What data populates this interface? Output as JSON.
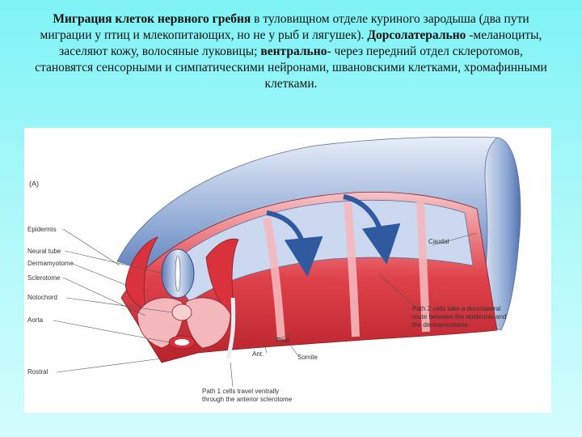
{
  "caption": {
    "part1_bold": "Миграция клеток нервного гребня",
    "part2": " в туловищном отделе куриного зародыша (два пути миграции у птиц и млекопитающих, но не у рыб и лягушек). ",
    "part3_bold": "Дорсолатерально",
    "part4": " -меланоциты, заселяют кожу, волосяные луковицы; ",
    "part5_bold": "вентрально",
    "part6": "- через передний отдел склеротомов, становятся сенсорными и симпатическими нейронами, швановскими клетками, хромафинными клетками."
  },
  "figure": {
    "panel_label": "(A)",
    "labels": {
      "epidermis": "Epidermis",
      "neural_tube": "Neural tube",
      "dermamyotome": "Dermamyotome",
      "sclerotome": "Sclerotome",
      "notochord": "Notochord",
      "aorta": "Aorta",
      "rostral": "Rostral",
      "caudal": "Caudal",
      "post": "Post.",
      "ant": "Ant.",
      "somite": "Somite"
    },
    "path1": [
      "Path 1 cells travel ventrally",
      "through the anterior sclerotome"
    ],
    "path2": [
      "Path 2 cells take a dorsolateral",
      "route between the epidermis and",
      "the dermamyotome"
    ],
    "colors": {
      "red": "#d9323c",
      "pink": "#f4b8bc",
      "blue": "#6f8fc4",
      "light_blue": "#c9d6ee"
    }
  }
}
